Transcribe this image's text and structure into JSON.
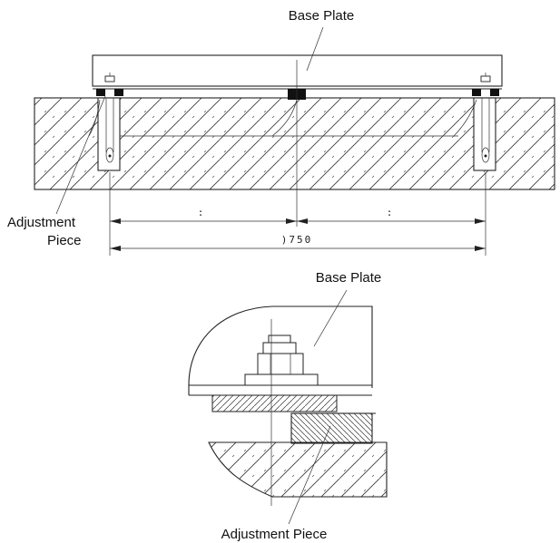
{
  "top_view": {
    "title_label": "Base Plate",
    "left_label_line1": "Adjustment",
    "left_label_line2": "Piece",
    "dim_left": ":",
    "dim_right": ":",
    "dim_total": ")750"
  },
  "detail_view": {
    "top_label": "Base Plate",
    "bottom_label": "Adjustment Piece"
  }
}
